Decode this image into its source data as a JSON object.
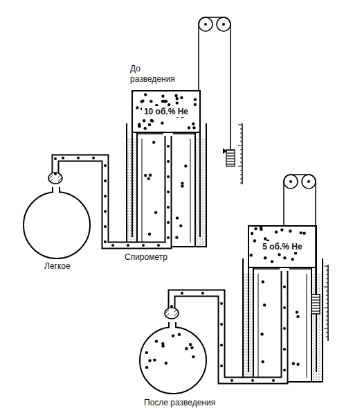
{
  "diagram": {
    "nodes": [
      {
        "text": [
          "10 об.% He"
        ]
      },
      {
        "text": [
          "5 об.% He"
        ]
      }
    ],
    "labels": [
      "До разведения",
      "Легкое",
      "Спирометр",
      "После разведения"
    ]
  }
}
